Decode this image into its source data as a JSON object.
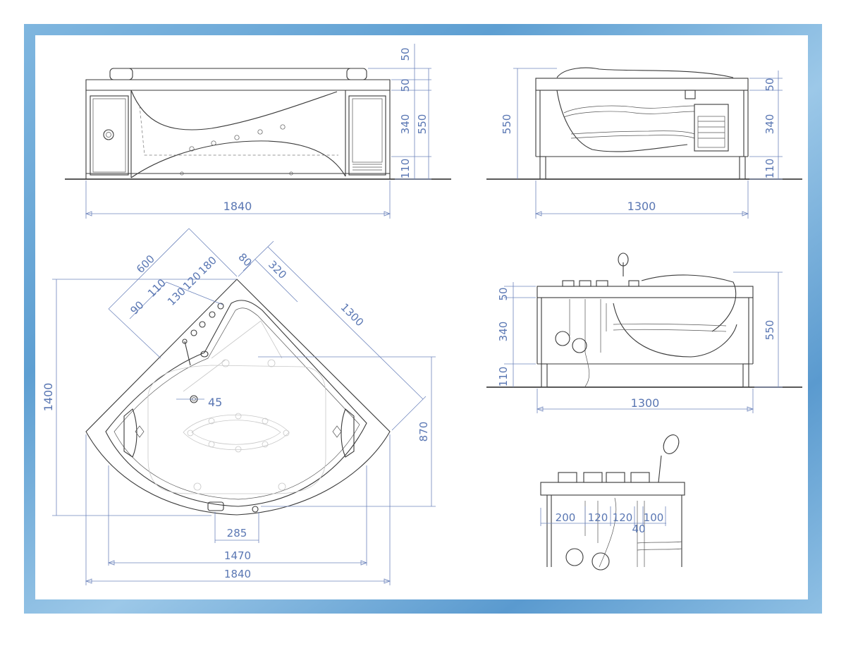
{
  "palette": {
    "border": "#6fa9d6",
    "paper": "#ffffff",
    "line": "#3a3a3a",
    "dimension": "#5a77b3"
  },
  "front_view": {
    "width": "1840",
    "heights": {
      "rim": "50",
      "top": "50",
      "body": "340",
      "total": "550",
      "legs": "110"
    }
  },
  "side_view_right": {
    "width": "1300",
    "height_left": "550",
    "heights": {
      "top": "50",
      "body": "340",
      "legs": "110"
    }
  },
  "plan_view": {
    "depth": "1400",
    "front_width": "1840",
    "inner_width": "1470",
    "drain_offset": "285",
    "right_depth": "870",
    "diagonal": "1300",
    "control_dims": {
      "d600": "600",
      "d90": "90",
      "d110": "110",
      "d130": "130",
      "d120": "120",
      "d180": "180",
      "d80": "80",
      "d320": "320"
    },
    "overflow_dia": "45"
  },
  "side_view_faucet": {
    "width": "1300",
    "height_right": "550",
    "heights": {
      "top": "50",
      "body": "340",
      "legs": "110"
    }
  },
  "detail_view": {
    "spacings": {
      "s200": "200",
      "s120a": "120",
      "s120b": "120",
      "s100": "100",
      "s40": "40"
    }
  }
}
